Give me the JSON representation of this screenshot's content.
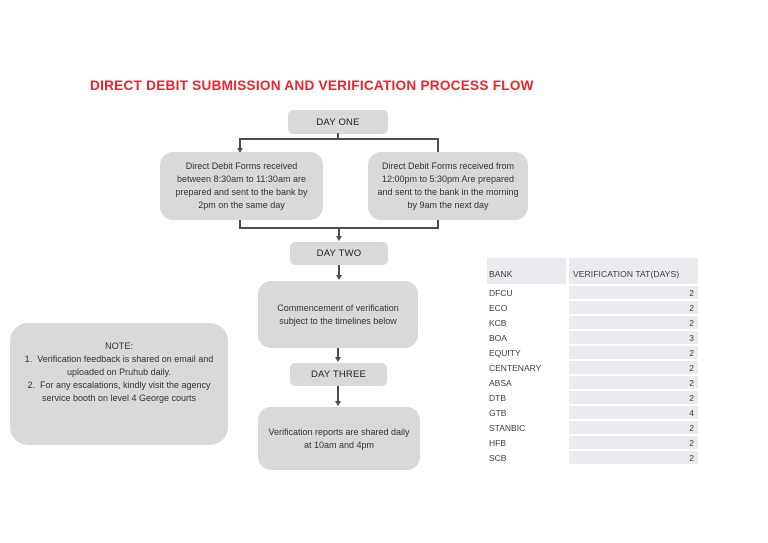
{
  "title": "DIRECT DEBIT SUBMISSION AND VERIFICATION PROCESS FLOW",
  "colors": {
    "title_red": "#f0232a",
    "box_fill": "#d9d9d9",
    "connector": "#4d4d4d",
    "table_cell_fill": "#e9ebee"
  },
  "flow": {
    "day_one": {
      "label": "DAY ONE"
    },
    "morning_box": {
      "text": "Direct Debit Forms received between 8:30am to 11:30am are prepared and sent to the bank by 2pm on the same day"
    },
    "afternoon_box": {
      "text": "Direct Debit Forms received from 12:00pm to 5:30pm Are prepared and sent to the bank in the morning by 9am the next day"
    },
    "day_two": {
      "label": "DAY TWO"
    },
    "commencement_box": {
      "text": "Commencement of verification subject to the timelines below"
    },
    "day_three": {
      "label": "DAY THREE"
    },
    "reports_box": {
      "text": "Verification reports are shared daily at 10am and 4pm"
    }
  },
  "note": {
    "heading": "NOTE:",
    "items": [
      "Verification feedback is shared on email and uploaded on Pruhub daily.",
      "For any escalations, kindly visit the agency service booth on level 4 George courts"
    ]
  },
  "table": {
    "headers": [
      "BANK",
      "VERIFICATION TAT(DAYS)"
    ],
    "rows": [
      {
        "bank": "DFCU",
        "tat": "2"
      },
      {
        "bank": "ECO",
        "tat": "2"
      },
      {
        "bank": "KCB",
        "tat": "2"
      },
      {
        "bank": "BOA",
        "tat": "3"
      },
      {
        "bank": "EQUITY",
        "tat": "2"
      },
      {
        "bank": "CENTENARY",
        "tat": "2"
      },
      {
        "bank": "ABSA",
        "tat": "2"
      },
      {
        "bank": "DTB",
        "tat": "2"
      },
      {
        "bank": "GTB",
        "tat": "4"
      },
      {
        "bank": "STANBIC",
        "tat": "2"
      },
      {
        "bank": "HFB",
        "tat": "2"
      },
      {
        "bank": "SCB",
        "tat": "2"
      }
    ]
  }
}
